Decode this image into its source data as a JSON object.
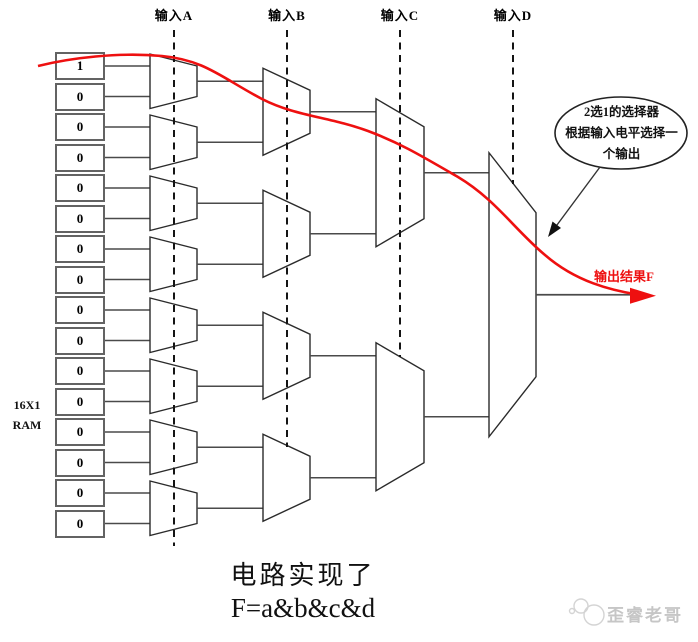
{
  "diagram": {
    "ram_label": {
      "line1": "16X1",
      "line2": "RAM"
    },
    "cells": [
      "1",
      "0",
      "0",
      "0",
      "0",
      "0",
      "0",
      "0",
      "0",
      "0",
      "0",
      "0",
      "0",
      "0",
      "0",
      "0"
    ],
    "inputs": [
      {
        "label": "输入A"
      },
      {
        "label": "输入B"
      },
      {
        "label": "输入C"
      },
      {
        "label": "输入D"
      }
    ],
    "mux_stage_counts": [
      8,
      4,
      2,
      1
    ],
    "annotation": {
      "line1": "2选1的选择器",
      "line2": "根据输入电平选择一",
      "line3": "个输出"
    },
    "output_label": "输出结果F",
    "caption": {
      "line1": "电路实现了",
      "line2": "F=a&b&c&d"
    },
    "watermark": "歪睿老哥",
    "colors": {
      "highlight": "#ee1010",
      "line": "#4a4a4a",
      "mux_outline": "#2b2b2b",
      "dashed": "#141414",
      "watermark": "#c6c6c6"
    }
  }
}
